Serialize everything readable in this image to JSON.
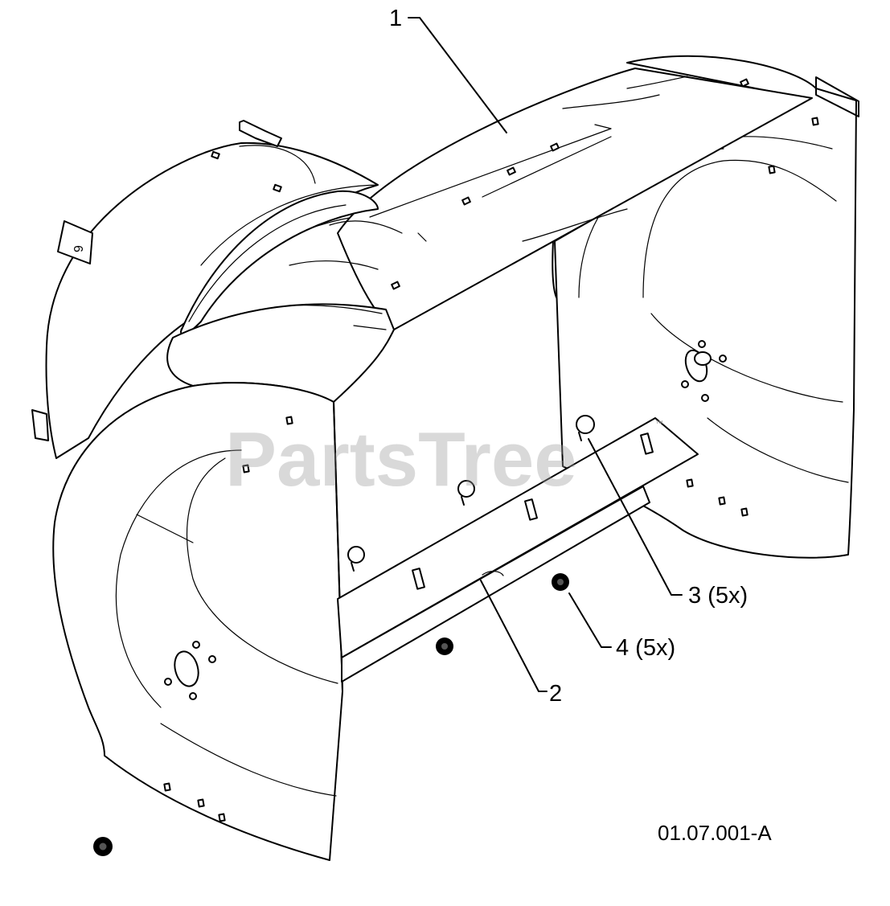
{
  "diagram": {
    "callouts": [
      {
        "id": "1",
        "text": "1"
      },
      {
        "id": "2",
        "text": "2"
      },
      {
        "id": "3",
        "text": "3 (5x)"
      },
      {
        "id": "4",
        "text": "4 (5x)"
      }
    ],
    "drawing_code": "01.07.001-A",
    "watermark": "PartsTree",
    "watermark_mark": "™",
    "housing_mark": "6"
  }
}
